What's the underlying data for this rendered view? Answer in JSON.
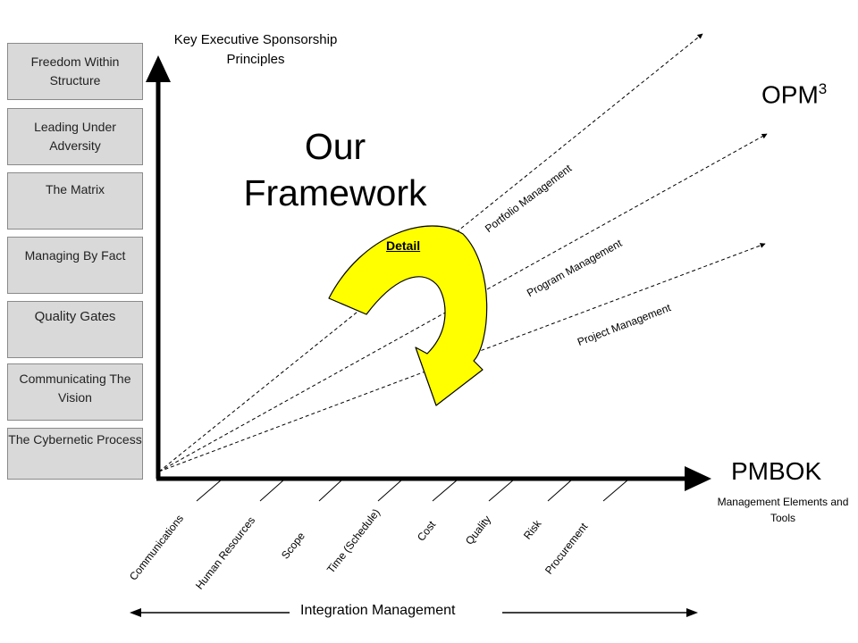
{
  "principles": [
    "Freedom  Within Structure",
    "Leading  Under Adversity",
    "The  Matrix",
    "Managing  By Fact",
    "Quality Gates",
    "Communicating  The Vision",
    "The  Cybernetic Process"
  ],
  "y_axis_label": "Key Executive Sponsorship Principles",
  "title": "Our Framework",
  "opm_label": "OPM",
  "opm_superscript": "3",
  "detail_label": "Detail",
  "levels": [
    "Portfolio Management",
    "Program Management",
    "Project Management"
  ],
  "x_axis_title": "PMBOK",
  "x_axis_subtitle": "Management Elements and Tools",
  "knowledge_areas": [
    "Communications",
    "Human Resources",
    "Scope",
    "Time (Schedule)",
    "Cost",
    "Quality",
    "Risk",
    "Procurement"
  ],
  "integration_label": "Integration Management",
  "colors": {
    "arrow_fill": "#ffff00",
    "box_fill": "#d9d9d9",
    "ink": "#000000"
  }
}
